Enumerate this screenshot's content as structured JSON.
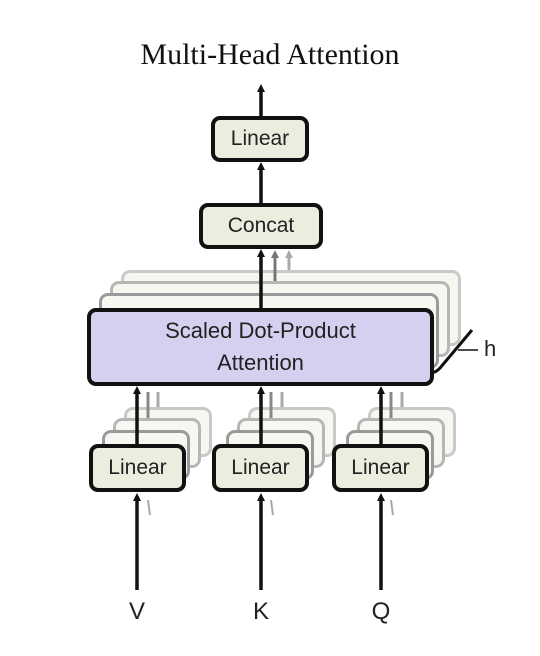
{
  "title": "Multi-Head Attention",
  "blocks": {
    "linear_top": "Linear",
    "concat": "Concat",
    "attention_line1": "Scaled Dot-Product",
    "attention_line2": "Attention",
    "linear_v": "Linear",
    "linear_k": "Linear",
    "linear_q": "Linear"
  },
  "inputs": {
    "v": "V",
    "k": "K",
    "q": "Q"
  },
  "heads_label": "h",
  "colors": {
    "attention_fill": "#d4d0ef",
    "block_fill": "#ededdf",
    "stroke": "#111111",
    "ghost_stroke": "#bbbbbb"
  }
}
